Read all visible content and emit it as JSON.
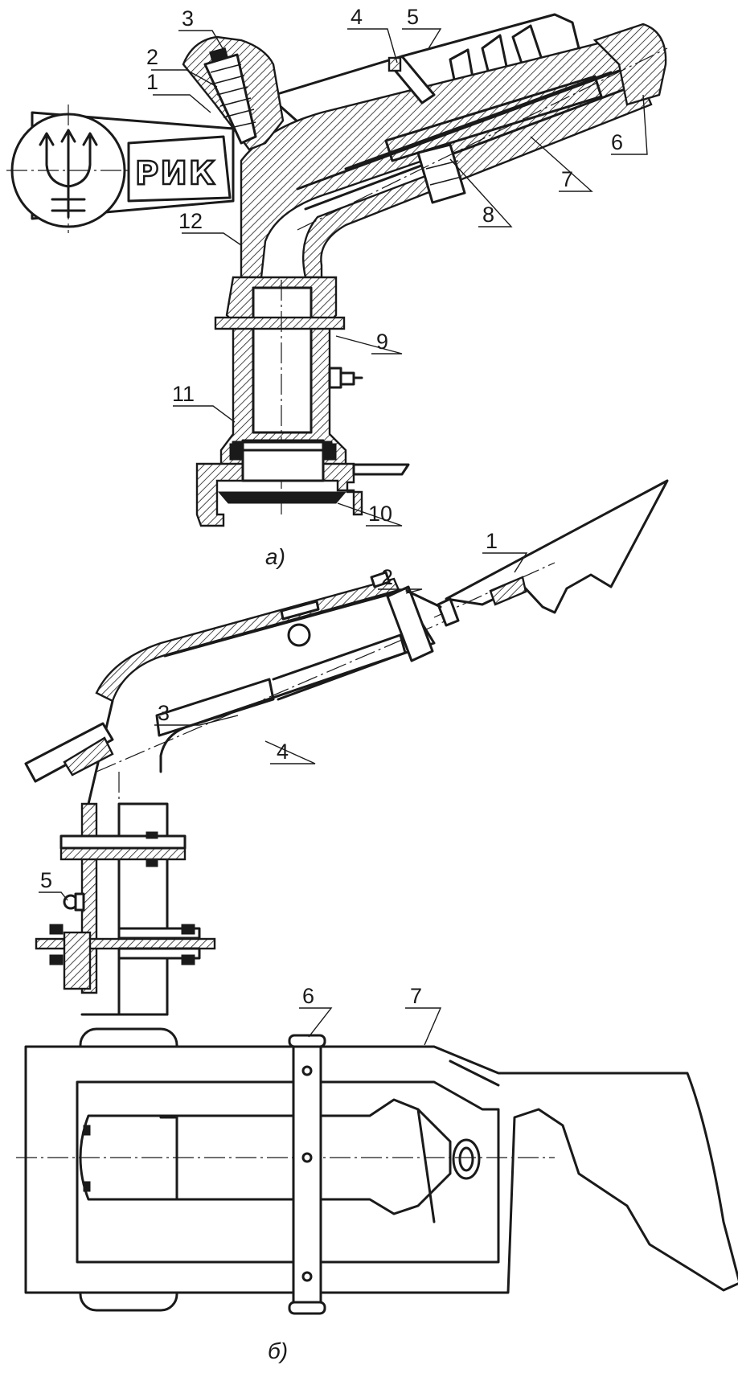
{
  "figure_a": {
    "caption": "а)",
    "logo_text": "РИК",
    "callouts": [
      "1",
      "2",
      "3",
      "4",
      "5",
      "6",
      "7",
      "8",
      "9",
      "10",
      "11",
      "12"
    ]
  },
  "figure_b": {
    "caption": "б)",
    "callouts_side": [
      "1",
      "2",
      "3",
      "4",
      "5"
    ],
    "callouts_top": [
      "6",
      "7"
    ]
  },
  "colors": {
    "ink": "#1a1a1a",
    "paper": "#ffffff"
  }
}
